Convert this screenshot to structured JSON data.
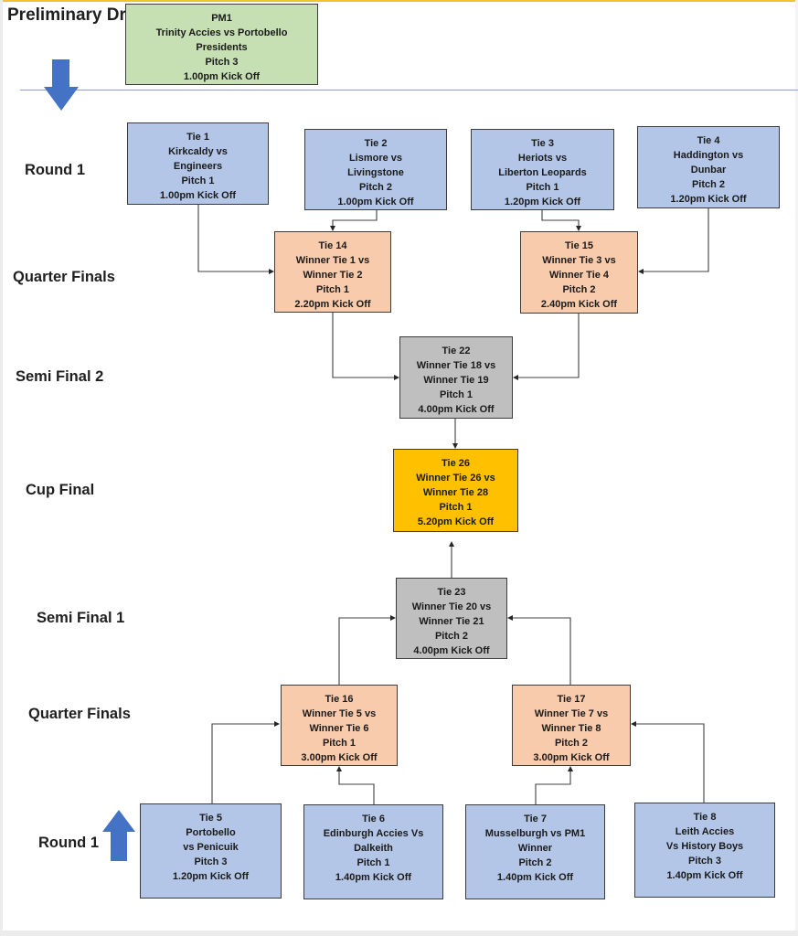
{
  "stages": {
    "preliminary": "Preliminary Draw",
    "round1_top": "Round 1",
    "quarter_top": "Quarter Finals",
    "semi2": "Semi Final 2",
    "cup_final": "Cup Final",
    "semi1": "Semi Final 1",
    "quarter_bottom": "Quarter Finals",
    "round1_bottom": "Round 1"
  },
  "colors": {
    "preliminary": "#c6e0b4",
    "round1": "#b4c6e7",
    "quarter_final": "#f8cbad",
    "semi_final": "#bfbfbf",
    "cup_final": "#ffc000",
    "stage_arrow": "#4472c4"
  },
  "icons": {
    "down_arrow": "down-arrow-icon",
    "up_arrow": "up-arrow-icon"
  },
  "matches": {
    "pm1": {
      "title": "PM1",
      "teams": [
        "Trinity Accies vs Portobello",
        "Presidents"
      ],
      "pitch": "Pitch 3",
      "kickoff": "1.00pm Kick Off"
    },
    "tie1": {
      "title": "Tie 1",
      "teams": [
        "Kirkcaldy vs",
        "Engineers"
      ],
      "pitch": "Pitch 1",
      "kickoff": "1.00pm Kick Off"
    },
    "tie2": {
      "title": "Tie 2",
      "teams": [
        "Lismore vs",
        "Livingstone"
      ],
      "pitch": "Pitch 2",
      "kickoff": "1.00pm Kick Off"
    },
    "tie3": {
      "title": "Tie 3",
      "teams": [
        "Heriots vs",
        "Liberton Leopards"
      ],
      "pitch": "Pitch 1",
      "kickoff": "1.20pm Kick Off"
    },
    "tie4": {
      "title": "Tie 4",
      "teams": [
        "Haddington vs",
        "Dunbar"
      ],
      "pitch": "Pitch 2",
      "kickoff": "1.20pm Kick Off"
    },
    "tie14": {
      "title": "Tie 14",
      "teams": [
        "Winner Tie 1 vs",
        "Winner Tie 2"
      ],
      "pitch": "Pitch 1",
      "kickoff": "2.20pm Kick Off"
    },
    "tie15": {
      "title": "Tie 15",
      "teams": [
        "Winner Tie 3 vs",
        "Winner Tie 4"
      ],
      "pitch": "Pitch 2",
      "kickoff": "2.40pm Kick Off"
    },
    "tie22": {
      "title": "Tie 22",
      "teams": [
        "Winner Tie 18 vs",
        "Winner Tie 19"
      ],
      "pitch": "Pitch 1",
      "kickoff": "4.00pm Kick Off"
    },
    "tie26": {
      "title": "Tie 26",
      "teams": [
        "Winner Tie 26 vs",
        "Winner Tie 28"
      ],
      "pitch": "Pitch 1",
      "kickoff": "5.20pm Kick Off"
    },
    "tie23": {
      "title": "Tie 23",
      "teams": [
        "Winner Tie 20 vs",
        "Winner Tie 21"
      ],
      "pitch": "Pitch 2",
      "kickoff": "4.00pm Kick Off"
    },
    "tie16": {
      "title": "Tie 16",
      "teams": [
        "Winner Tie 5 vs",
        "Winner Tie 6"
      ],
      "pitch": "Pitch 1",
      "kickoff": "3.00pm Kick Off"
    },
    "tie17": {
      "title": "Tie 17",
      "teams": [
        "Winner Tie 7 vs",
        "Winner Tie 8"
      ],
      "pitch": "Pitch 2",
      "kickoff": "3.00pm Kick Off"
    },
    "tie5": {
      "title": "Tie 5",
      "teams": [
        "Portobello",
        "vs Penicuik"
      ],
      "pitch": "Pitch 3",
      "kickoff": "1.20pm Kick Off"
    },
    "tie6": {
      "title": "Tie 6",
      "teams": [
        "Edinburgh Accies Vs",
        "Dalkeith"
      ],
      "pitch": "Pitch 1",
      "kickoff": "1.40pm Kick Off"
    },
    "tie7": {
      "title": "Tie 7",
      "teams": [
        "Musselburgh vs PM1",
        "Winner"
      ],
      "pitch": "Pitch 2",
      "kickoff": "1.40pm Kick Off"
    },
    "tie8": {
      "title": "Tie 8",
      "teams": [
        "Leith Accies",
        "Vs History Boys"
      ],
      "pitch": "Pitch 3",
      "kickoff": "1.40pm Kick Off"
    }
  }
}
